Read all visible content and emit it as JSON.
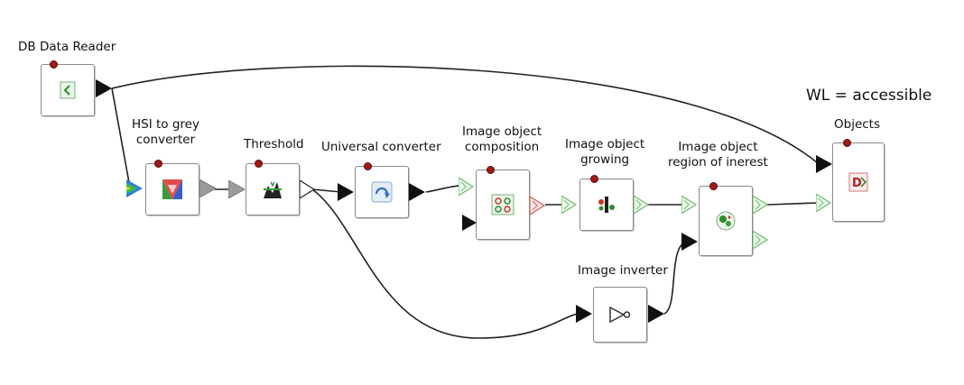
{
  "annotation": "WL = accessible",
  "nodes": {
    "db_reader": {
      "label": "DB Data Reader",
      "icon": "database-reader-icon"
    },
    "hsi": {
      "label": "HSI to grey\nconverter",
      "icon": "color-triangle-icon"
    },
    "threshold": {
      "label": "Threshold",
      "icon": "threshold-icon"
    },
    "universal": {
      "label": "Universal converter",
      "icon": "convert-arrow-icon"
    },
    "composition": {
      "label": "Image object\ncomposition",
      "icon": "composition-icon"
    },
    "growing": {
      "label": "Image object\ngrowing",
      "icon": "growing-icon"
    },
    "roi": {
      "label": "Image object\nregion of inerest",
      "icon": "region-of-interest-icon"
    },
    "objects": {
      "label": "Objects",
      "icon": "objects-output-icon"
    },
    "inverter": {
      "label": "Image inverter",
      "icon": "inverter-gate-icon"
    }
  },
  "colors": {
    "port_black": "#111111",
    "port_grey": "#9a9a9a",
    "port_green": "#6fbf6f",
    "port_red": "#d9534f",
    "status_dot": "#a11a1a",
    "edge": "#222222"
  }
}
